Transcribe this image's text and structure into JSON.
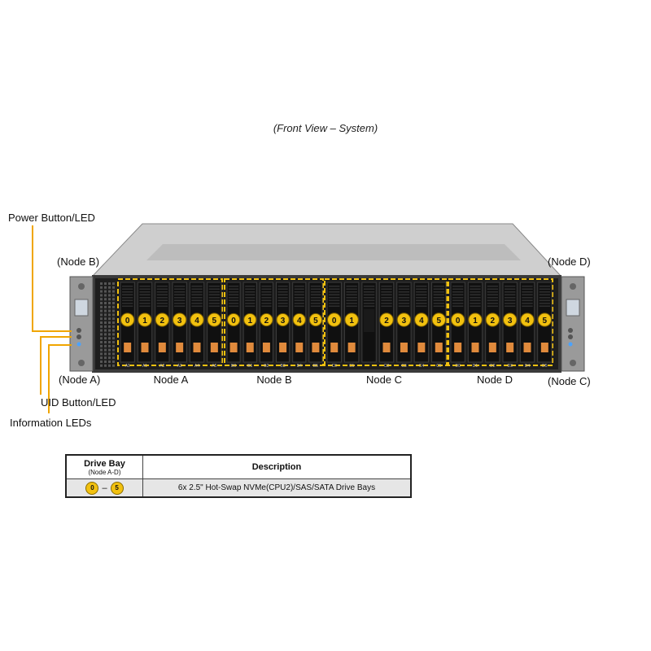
{
  "caption": "(Front View – System)",
  "callouts": {
    "power": "Power Button/LED",
    "uid": "UID Button/LED",
    "info": "Information LEDs",
    "node_b_left": "(Node B)",
    "node_a_left": "(Node A)",
    "node_d_right": "(Node D)",
    "node_c_right": "(Node C)"
  },
  "nodes": [
    {
      "name": "Node A",
      "bays": [
        "0",
        "1",
        "2",
        "3",
        "4",
        "5"
      ],
      "tags": [
        "A0",
        "A1",
        "A2",
        "A3",
        "A4",
        "A5"
      ]
    },
    {
      "name": "Node B",
      "bays": [
        "0",
        "1",
        "2",
        "3",
        "4",
        "5"
      ],
      "tags": [
        "B0",
        "B1",
        "B2",
        "B3",
        "B4",
        "B5"
      ]
    },
    {
      "name": "Node C",
      "bays": [
        "0",
        "1",
        "",
        "2",
        "3",
        "4",
        "5"
      ],
      "tags": [
        "C0",
        "C1",
        "",
        "C2",
        "C3",
        "C4",
        "C5"
      ]
    },
    {
      "name": "Node D",
      "bays": [
        "0",
        "1",
        "2",
        "3",
        "4",
        "5"
      ],
      "tags": [
        "D0",
        "D1",
        "D2",
        "D3",
        "D4",
        "D5"
      ]
    }
  ],
  "legend": {
    "header_bay": "Drive Bay",
    "header_bay_sub": "(Node A-D)",
    "header_desc": "Description",
    "bay_from": "0",
    "bay_dash": "–",
    "bay_to": "5",
    "desc": "6x 2.5\" Hot-Swap NVMe(CPU2)/SAS/SATA Drive Bays"
  },
  "colors": {
    "accent": "#f2c10f",
    "drive_led": "#e08a3c",
    "chassis": "#2a2a2a",
    "top_cover": "#c9c9c9"
  }
}
